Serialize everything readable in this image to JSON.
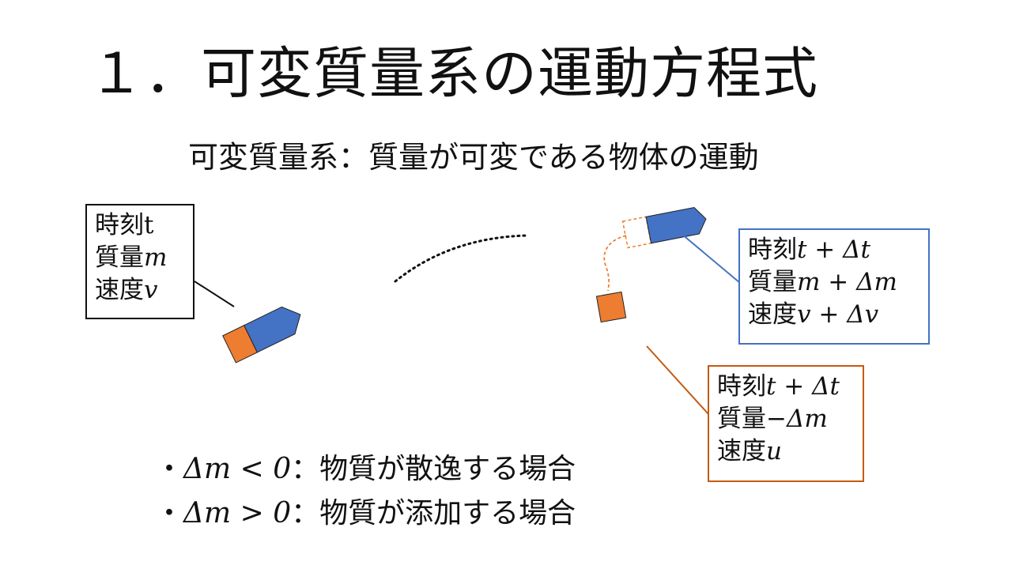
{
  "title": "１．可変質量系の運動方程式",
  "subtitle": "可変質量系：質量が可変である物体の運動",
  "box_time_t": {
    "time_label": "時刻",
    "time_var": "t",
    "mass_label": "質量",
    "mass_var": "m",
    "velocity_label": "速度",
    "velocity_var": "v"
  },
  "box_body_after": {
    "time_label": "時刻",
    "time_var": "t + Δt",
    "mass_label": "質量",
    "mass_var": "m + Δm",
    "velocity_label": "速度",
    "velocity_var": "v + Δv"
  },
  "box_ejected_mass": {
    "time_label": "時刻",
    "time_var": "t + Δt",
    "mass_label": "質量",
    "mass_var": "−Δm",
    "velocity_label": "速度",
    "velocity_var": "u"
  },
  "bullets": [
    {
      "prefix": "・",
      "expr": "Δm < 0",
      "text": "：物質が散逸する場合"
    },
    {
      "prefix": "・",
      "expr": "Δm > 0",
      "text": "：物質が添加する場合"
    }
  ],
  "colors": {
    "body_blue": "#4472C4",
    "mass_orange": "#ED7D31",
    "orange_border": "#C55A11",
    "blue_border": "#4472C4",
    "black": "#111111"
  }
}
